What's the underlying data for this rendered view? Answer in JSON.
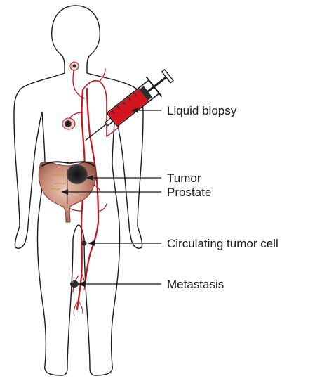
{
  "labels": {
    "liquid_biopsy": "Liquid biopsy",
    "tumor": "Tumor",
    "prostate": "Prostate",
    "ctc": "Circulating tumor cell",
    "metastasis": "Metastasis"
  },
  "colors": {
    "outline": "#1a1a1a",
    "vessel": "#c8161d",
    "blood": "#d4141c",
    "prostate_tissue": "#a8675a",
    "tumor": "#2b2b2b"
  },
  "icons": [
    "human-body",
    "syringe",
    "blood-vessel",
    "prostate",
    "tumor",
    "metastasis"
  ]
}
